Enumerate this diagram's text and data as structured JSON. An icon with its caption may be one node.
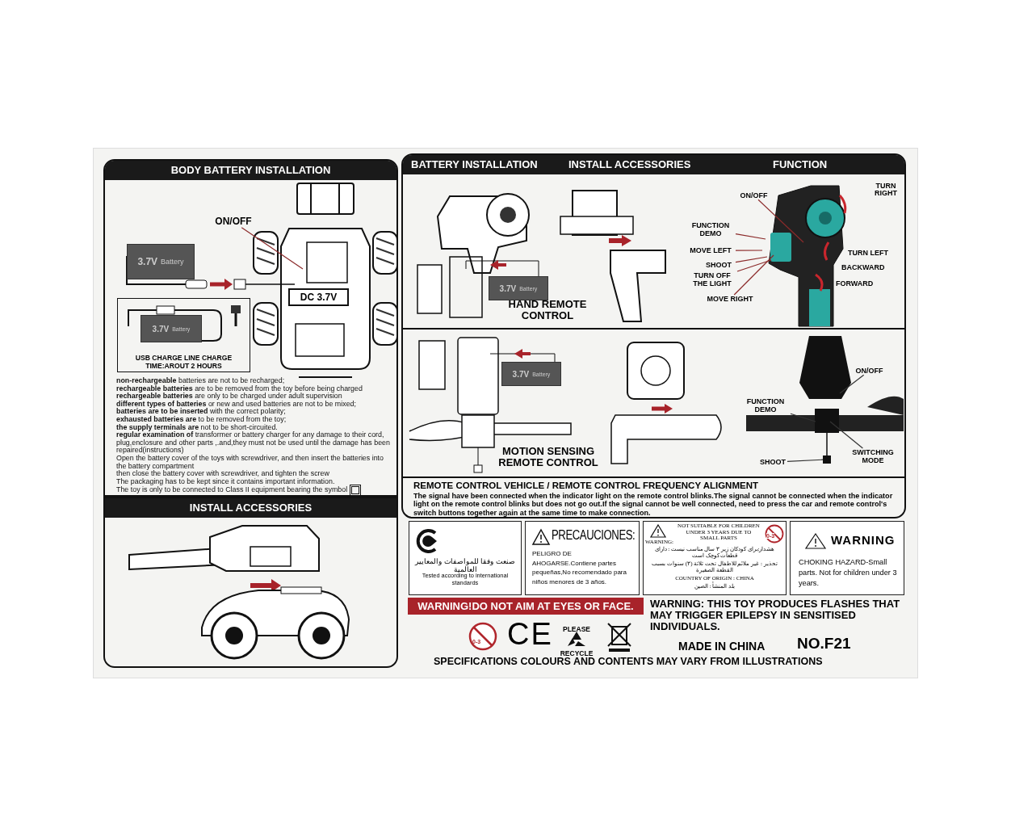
{
  "diagram": {
    "nodes": [
      {
        "text": [
          "BODY BATTERY INSTALLATION"
        ]
      },
      {
        "text": [
          "ON/OFF"
        ],
        "in": 0
      },
      {
        "text": [
          "3.7V",
          "Battery"
        ],
        "in": 0
      },
      {
        "text": [
          "DC 3.7V"
        ],
        "in": 0
      },
      {
        "text": [
          "USB CHARGE LINE CHARGE TIME:AROUT 2 HOURS"
        ],
        "in": 0
      },
      {
        "text": [
          "3.7V",
          "Battery"
        ],
        "in": 4
      },
      {
        "text": [
          "INSTALL ACCESSORIES"
        ]
      },
      {
        "text": [
          "BATTERY INSTALLATION",
          "INSTALL ACCESSORIES",
          "FUNCTION"
        ]
      },
      {
        "text": [
          "3.7V",
          "Battery"
        ],
        "in": 7
      },
      {
        "text": [
          "ON/OFF"
        ],
        "in": 7
      },
      {
        "text": [
          "FUNCTION DEMO"
        ],
        "in": 7
      },
      {
        "text": [
          "MOVE LEFT"
        ],
        "in": 7
      },
      {
        "text": [
          "SHOOT"
        ],
        "in": 7
      },
      {
        "text": [
          "TURN OFF THE LIGHT"
        ],
        "in": 7
      },
      {
        "text": [
          "MOVE RIGHT"
        ],
        "in": 7
      },
      {
        "text": [
          "3.7V",
          "Battery"
        ],
        "in": 7
      },
      {
        "text": [
          "ON/OFF"
        ],
        "in": 7
      },
      {
        "text": [
          "FUNCTION DEMO"
        ],
        "in": 7
      },
      {
        "text": [
          "SWITCHING MODE"
        ],
        "in": 7
      },
      {
        "text": [
          "SHOOT"
        ],
        "in": 7
      },
      {
        "text": [
          "صنعت وفقا للمواصفات والمعايير العالمية",
          "Tested according to international standards"
        ]
      },
      {
        "text": [
          "PRECAUCIONES:",
          "PELIGRO DE AHOGARSE.Contiene partes pequeñas,No recomendado para niños menores de 3 años."
        ]
      },
      {
        "text": [
          "NOT SUITABLE FOR CHILDREN UNDER 3 YEARS DUE TO SMALL PARTS",
          "WARNING:",
          "0-3",
          "هشدار:برای کودکان زیر ۳ سال مناسب نیست : دارای قطعات کوچک است",
          "تحذير : غير ملائم للاطفال تحت ثلاثة (٣) سنوات بسبب القطعة الصغيرة",
          "COUNTRY OF ORIGIN : CHINA",
          "بلد المنشأ : الصين"
        ]
      },
      {
        "text": [
          "WARNING",
          "CHOKING HAZARD-Small parts. Not for children under 3 years."
        ]
      },
      {
        "text": [
          "WARNING!DO NOT AIM AT EYES OR FACE."
        ]
      },
      {
        "text": [],
        "shape": "box",
        "in": 7
      }
    ],
    "edges": [
      {
        "from": 1,
        "to": null,
        "arrow": "none"
      },
      {
        "from": 9,
        "to": null,
        "arrow": "none"
      },
      {
        "from": 10,
        "to": null,
        "arrow": "none"
      },
      {
        "from": 11,
        "to": null,
        "arrow": "none"
      },
      {
        "from": 12,
        "to": null,
        "arrow": "none"
      },
      {
        "from": 13,
        "to": null,
        "arrow": "none"
      },
      {
        "from": 14,
        "to": null,
        "arrow": "none"
      },
      {
        "from": 16,
        "to": null,
        "arrow": "none",
        "color": "#333333"
      },
      {
        "from": 17,
        "to": null,
        "arrow": "none",
        "color": "#333333"
      },
      {
        "from": 18,
        "to": null,
        "arrow": "none",
        "color": "#333333"
      },
      {
        "from": 19,
        "to": 25,
        "arrow": "none",
        "color": "#333333"
      }
    ],
    "labels": [
      "**non-rechargeable** batteries are not to be recharged;",
      "**rechargeable batteries** are to be removed from the toy before being charged",
      "**rechargeable batteries** are only to be charged under adult supervision",
      "**different types of batteries** or new and used batteries are not to be mixed;",
      "**batteries are to be inserted** with the correct polarity;",
      "**exhausted batteries are** to be removed from the toy;",
      "**the supply terminals are** not to be short-circuited.",
      "**regular examination of** transformer or battery charger for any damage to their cord, plug,enclosure and other parts ,.and,they must not be used until the damage has been repaired(instructions)",
      "Open the battery cover of the toys with screwdriver, and then insert the batteries into the battery compartment",
      "then close the battery cover with screwdriver, and tighten the screw",
      "The packaging has to be kept since it contains important information.",
      "The toy is only to be connected to Class II equipment bearing the symbol",
      "HAND REMOTE CONTROL",
      "TURN RIGHT",
      "TURN LEFT",
      "BACKWARD",
      "FORWARD",
      "MOTION SENSING REMOTE CONTROL",
      "REMOTE CONTROL VEHICLE / REMOTE CONTROL FREQUENCY ALIGNMENT",
      "The signal have been connected when the indicator light on the remote control blinks.The signal cannot be connected when the indicator light on the remote control blinks but does not go out.If the signal cannot be well connected, need to press the car and remote control's switch buttons together again at the same time to make connection.",
      "WARNING: THIS TOY PRODUCES FLASHES THAT MAY TRIGGER EPILEPSY IN SENSITISED INDIVIDUALS.",
      "0-3",
      "CE",
      "PLEASE RECYCLE",
      "MADE IN CHINA",
      "NO.F21",
      "SPECIFICATIONS COLOURS AND CONTENTS MAY VARY FROM ILLUSTRATIONS"
    ]
  }
}
